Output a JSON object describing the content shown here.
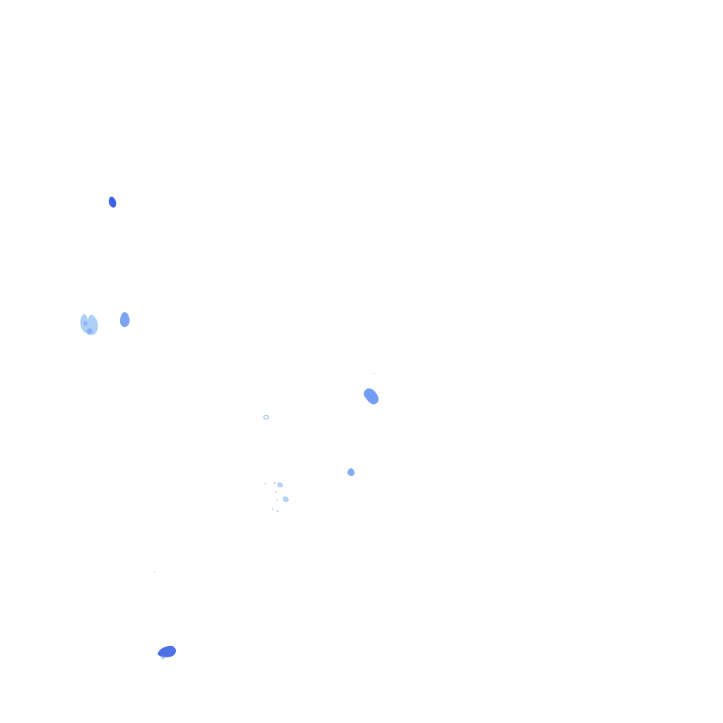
{
  "colors": {
    "light_rain": "#9fc8f5",
    "moderate_rain": "#5b8df0",
    "heavy_rain": "#3b62e8"
  },
  "echoes": [
    {
      "name": "echo-northwest-cell",
      "intensity": "heavy_rain"
    },
    {
      "name": "echo-west-cluster",
      "intensity": "light_rain"
    },
    {
      "name": "echo-west-small-cell",
      "intensity": "moderate_rain"
    },
    {
      "name": "echo-central-east-cell",
      "intensity": "moderate_rain"
    },
    {
      "name": "echo-central-ring",
      "intensity": "light_rain"
    },
    {
      "name": "echo-east-small-cell",
      "intensity": "moderate_rain"
    },
    {
      "name": "echo-central-scatter",
      "intensity": "light_rain"
    },
    {
      "name": "echo-southwest-cell",
      "intensity": "heavy_rain"
    }
  ]
}
